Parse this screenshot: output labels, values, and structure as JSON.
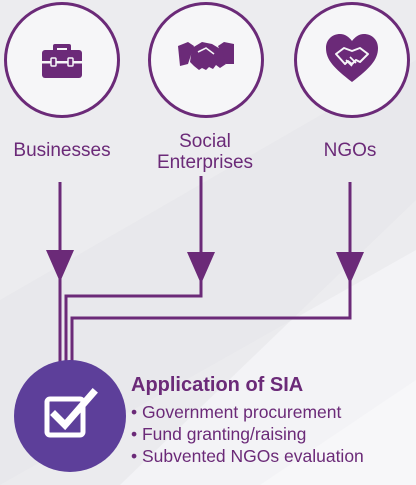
{
  "stakeholders": [
    {
      "icon": "briefcase-icon",
      "label": "Businesses"
    },
    {
      "icon": "handshake-icon",
      "label": "Social\nEnterprises"
    },
    {
      "icon": "heart-handshake-icon",
      "label": "NGOs"
    }
  ],
  "application": {
    "icon": "checkbox-icon",
    "title": "Application of SIA",
    "items": [
      "• Government procurement",
      "• Fund granting/raising",
      "• Subvented NGOs evaluation"
    ]
  },
  "colors": {
    "primary": "#6b2a78",
    "badge": "#5d3f9a",
    "background": "#ececef"
  }
}
